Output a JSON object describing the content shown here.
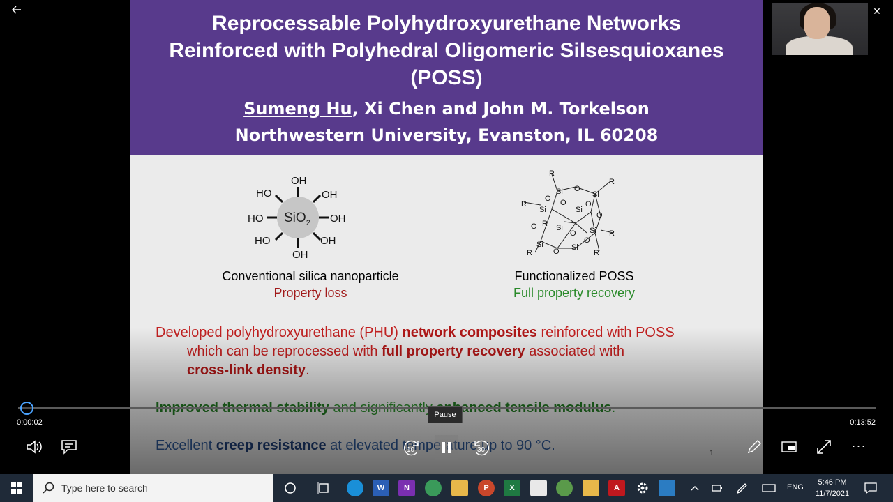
{
  "window": {
    "back_icon": "arrow-left-icon",
    "min": "—",
    "restore": "❐",
    "close": "✕"
  },
  "slide": {
    "title_line1": "Reprocessable Polyhydroxyurethane Networks",
    "title_line2": "Reinforced with Polyhedral Oligomeric Silsesquioxanes",
    "title_line3": "(POSS)",
    "author_first": "Sumeng Hu",
    "author_rest": ", Xi Chen and John M. Torkelson",
    "affiliation": "Northwestern University, Evanston, IL 60208",
    "silica": {
      "center": "SiO",
      "sub": "2",
      "oh": [
        "OH",
        "HO",
        "OH",
        "HO",
        "OH",
        "HO",
        "OH",
        "OH"
      ]
    },
    "poss_labels": {
      "r": "R",
      "si": "Si",
      "o": "O"
    },
    "caption_left_name": "Conventional silica nanoparticle",
    "caption_left_status": "Property loss",
    "caption_right_name": "Functionalized POSS",
    "caption_right_status": "Full property recovery",
    "b1_pre": "Developed polyhydroxyurethane (PHU) ",
    "b1_bold1": "network composites",
    "b1_mid": " reinforced with POSS",
    "b1_line2_pre": "which can be reprocessed with ",
    "b1_bold2": "full property recovery",
    "b1_line2_post": " associated with",
    "b1_bold3": "cross-link density",
    "b1_end": ".",
    "b2_bold1": "Improved thermal stability",
    "b2_mid": " and significantly ",
    "b2_bold2": "enhanced tensile modulus",
    "b2_end": ".",
    "b3_pre": "Excellent ",
    "b3_bold": "creep resistance",
    "b3_post": " at elevated temperature up to 90 °C.",
    "page_number": "1"
  },
  "player": {
    "time_current": "0:00:02",
    "time_total": "0:13:52",
    "progress_fraction": 0.0024,
    "tooltip": "Pause",
    "skip_back_label": "10",
    "skip_forward_label": "30",
    "more_label": "···"
  },
  "taskbar": {
    "search_placeholder": "Type here to search",
    "lang": "ENG",
    "time": "5:46 PM",
    "date": "11/7/2021"
  },
  "colors": {
    "header": "#583a8c",
    "accent": "#4aa3ff",
    "taskbar": "#1f2a38"
  }
}
